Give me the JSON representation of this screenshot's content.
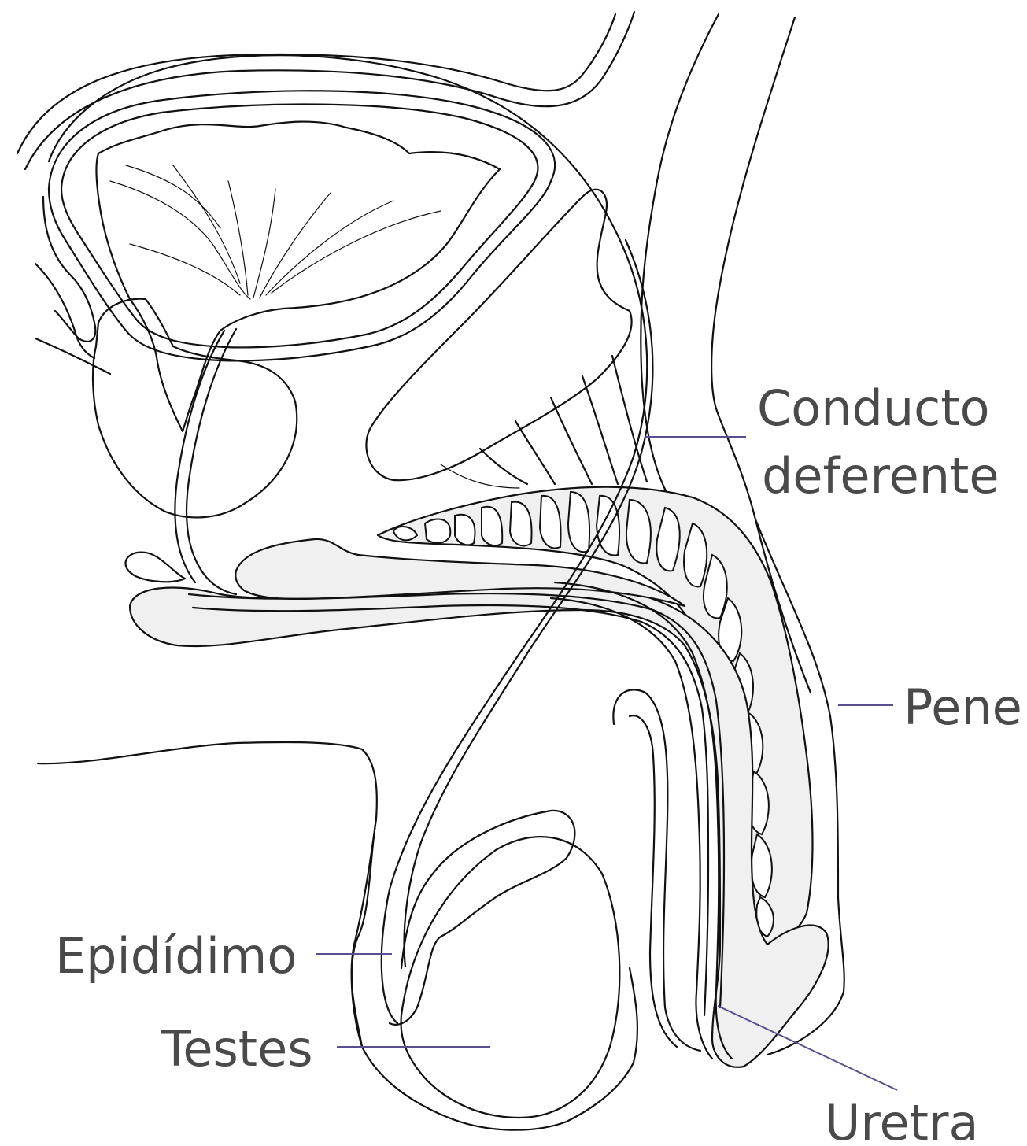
{
  "colors": {
    "outline": "#111111",
    "tissue_fill": "#f0f0f0",
    "background": "#ffffff",
    "leader_line": "#5a4e92",
    "label_text": "#4a4a4a"
  },
  "labels": {
    "vas_deferens_line1": "Conducto",
    "vas_deferens_line2": "deferente",
    "penis": "Pene",
    "epididymis": "Epidídimo",
    "testes": "Testes",
    "urethra": "Uretra"
  }
}
